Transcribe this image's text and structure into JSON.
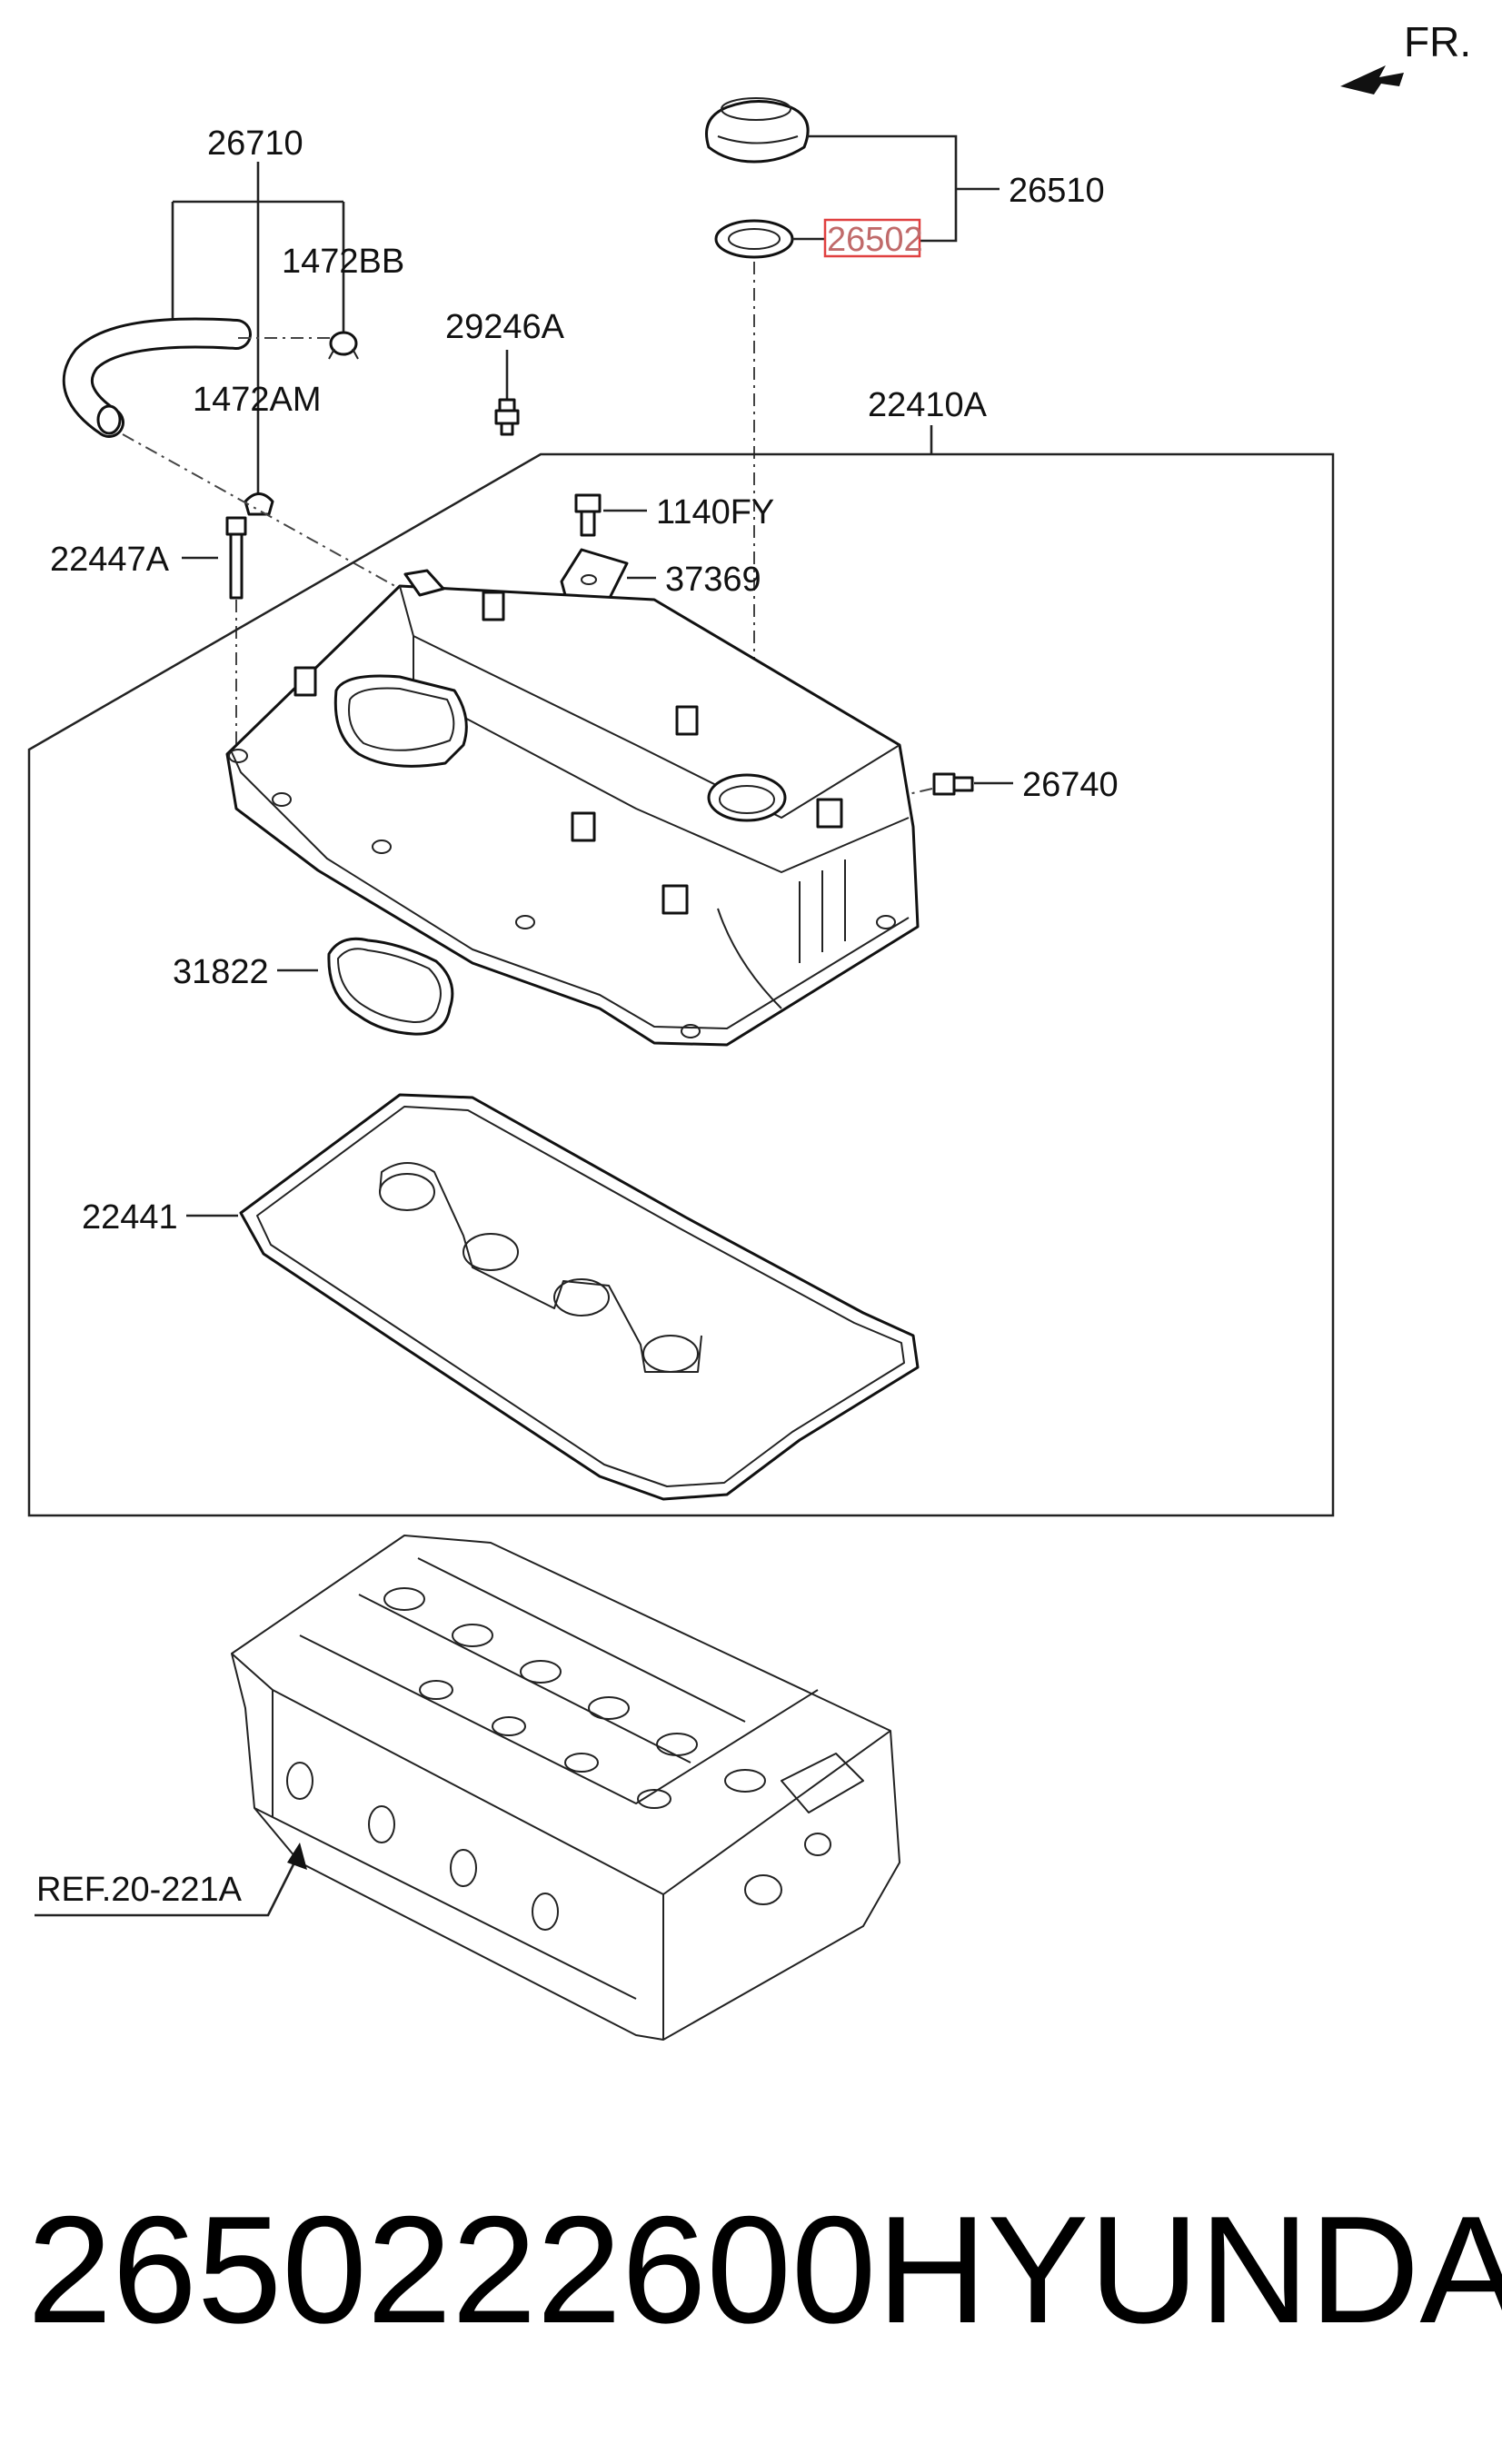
{
  "direction": {
    "label": "FR."
  },
  "callouts": {
    "p26710": "26710",
    "p1472BB": "1472BB",
    "p1472AM": "1472AM",
    "p22447A": "22447A",
    "p29246A": "29246A",
    "p26510": "26510",
    "p26502": "26502",
    "p22410A": "22410A",
    "p1140FY": "1140FY",
    "p37369": "37369",
    "p26740": "26740",
    "p31822": "31822",
    "p22441": "22441",
    "ref": "REF.20-221A"
  },
  "highlight": {
    "part": "26502",
    "color": "#e04040"
  },
  "footer": {
    "part_number": "2650222600",
    "brand": "HYUNDAI"
  }
}
